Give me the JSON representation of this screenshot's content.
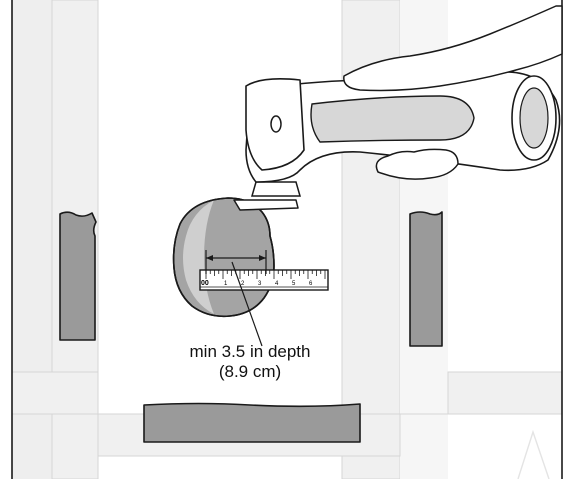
{
  "annotation": {
    "line1": "min 3.5 in depth",
    "line2": "(8.9 cm)"
  },
  "ruler": {
    "zero_label": "00",
    "tick_labels": [
      "1",
      "2",
      "3",
      "4",
      "5",
      "6"
    ]
  },
  "colors": {
    "stroke": "#1a1a1a",
    "panel_gray": "#9a9a9a",
    "frame_light": "#ececec",
    "wall": "#ffffff"
  }
}
